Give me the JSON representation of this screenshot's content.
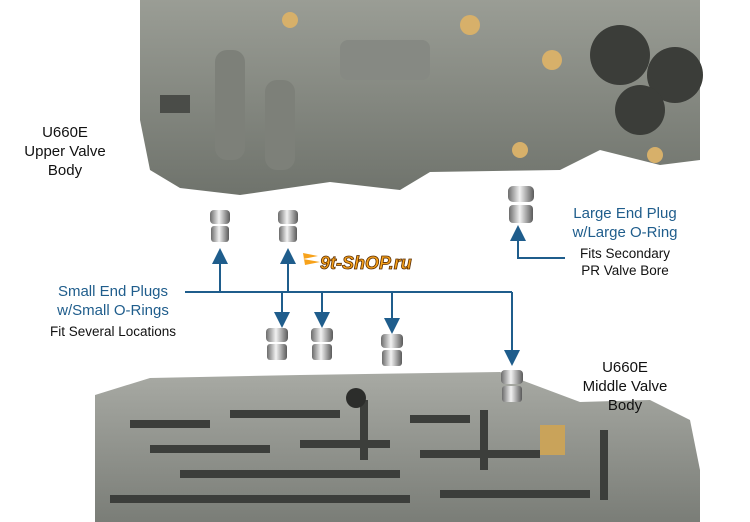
{
  "upper_body": {
    "line1": "U660E",
    "line2": "Upper Valve",
    "line3": "Body"
  },
  "middle_body": {
    "line1": "U660E",
    "line2": "Middle Valve",
    "line3": "Body"
  },
  "large_plug": {
    "line1": "Large End Plug",
    "line2": "w/Large O-Ring",
    "note1": "Fits Secondary",
    "note2": "PR Valve Bore"
  },
  "small_plugs": {
    "line1": "Small End Plugs",
    "line2": "w/Small O-Rings",
    "note": "Fit Several Locations"
  },
  "watermark": "9t-ShOP.ru",
  "colors": {
    "callout_blue": "#1f5d8c",
    "casting_gray": "#8c9088",
    "logo_orange": "#f7a21b"
  }
}
